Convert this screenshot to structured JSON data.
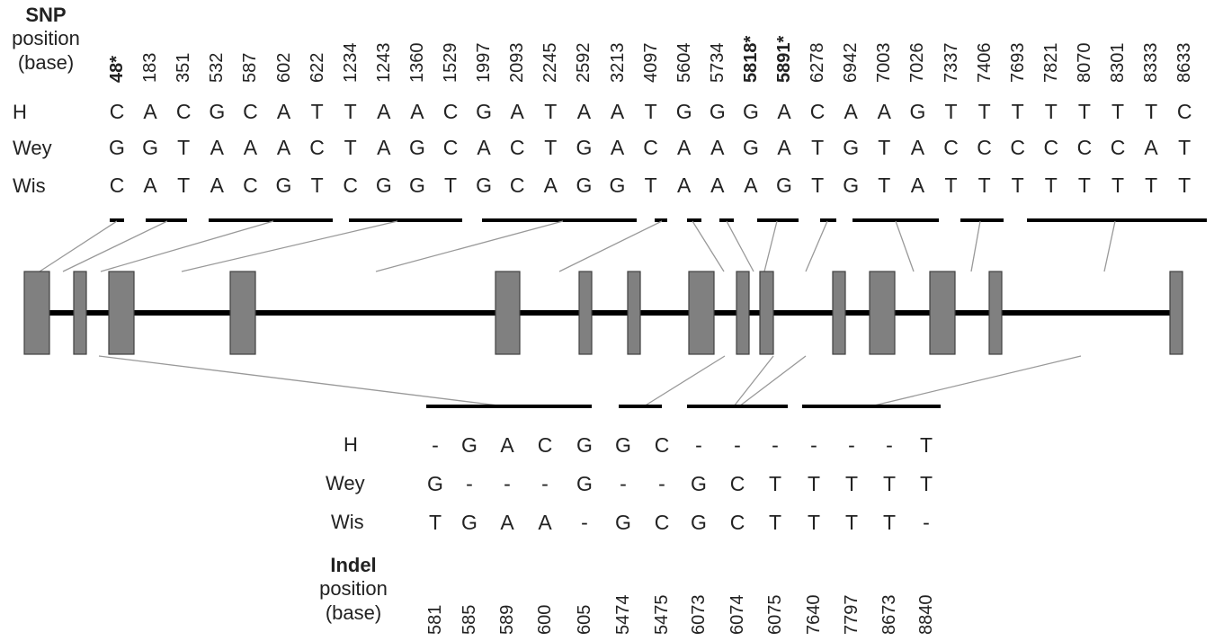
{
  "snp_header": {
    "title": "SNP",
    "line2": "position",
    "line3": "(base)"
  },
  "indel_header": {
    "title": "Indel",
    "line2": "position",
    "line3": "(base)"
  },
  "strains": [
    "H",
    "Wey",
    "Wis"
  ],
  "snp_positions": [
    {
      "label": "48*",
      "bold": true
    },
    {
      "label": "183",
      "bold": false
    },
    {
      "label": "351",
      "bold": false
    },
    {
      "label": "532",
      "bold": false
    },
    {
      "label": "587",
      "bold": false
    },
    {
      "label": "602",
      "bold": false
    },
    {
      "label": "622",
      "bold": false
    },
    {
      "label": "1234",
      "bold": false
    },
    {
      "label": "1243",
      "bold": false
    },
    {
      "label": "1360",
      "bold": false
    },
    {
      "label": "1529",
      "bold": false
    },
    {
      "label": "1997",
      "bold": false
    },
    {
      "label": "2093",
      "bold": false
    },
    {
      "label": "2245",
      "bold": false
    },
    {
      "label": "2592",
      "bold": false
    },
    {
      "label": "3213",
      "bold": false
    },
    {
      "label": "4097",
      "bold": false
    },
    {
      "label": "5604",
      "bold": false
    },
    {
      "label": "5734",
      "bold": false
    },
    {
      "label": "5818*",
      "bold": true
    },
    {
      "label": "5891*",
      "bold": true
    },
    {
      "label": "6278",
      "bold": false
    },
    {
      "label": "6942",
      "bold": false
    },
    {
      "label": "7003",
      "bold": false
    },
    {
      "label": "7026",
      "bold": false
    },
    {
      "label": "7337",
      "bold": false
    },
    {
      "label": "7406",
      "bold": false
    },
    {
      "label": "7693",
      "bold": false
    },
    {
      "label": "7821",
      "bold": false
    },
    {
      "label": "8070",
      "bold": false
    },
    {
      "label": "8301",
      "bold": false
    },
    {
      "label": "8333",
      "bold": false
    },
    {
      "label": "8633",
      "bold": false
    }
  ],
  "snp_bases": {
    "H": [
      "C",
      "A",
      "C",
      "G",
      "C",
      "A",
      "T",
      "T",
      "A",
      "A",
      "C",
      "G",
      "A",
      "T",
      "A",
      "A",
      "T",
      "G",
      "G",
      "G",
      "A",
      "C",
      "A",
      "A",
      "G",
      "T",
      "T",
      "T",
      "T",
      "T",
      "T",
      "T",
      "C"
    ],
    "Wey": [
      "G",
      "G",
      "T",
      "A",
      "A",
      "A",
      "C",
      "T",
      "A",
      "G",
      "C",
      "A",
      "C",
      "T",
      "G",
      "A",
      "C",
      "A",
      "A",
      "G",
      "A",
      "T",
      "G",
      "T",
      "A",
      "C",
      "C",
      "C",
      "C",
      "C",
      "C",
      "A",
      "T"
    ],
    "Wis": [
      "C",
      "A",
      "T",
      "A",
      "C",
      "G",
      "T",
      "C",
      "G",
      "G",
      "T",
      "G",
      "C",
      "A",
      "G",
      "G",
      "T",
      "A",
      "A",
      "A",
      "G",
      "T",
      "G",
      "T",
      "A",
      "T",
      "T",
      "T",
      "T",
      "T",
      "T",
      "T",
      "T"
    ]
  },
  "indel_positions": [
    "581",
    "585",
    "589",
    "600",
    "605",
    "5474",
    "5475",
    "6073",
    "6074",
    "6075",
    "7640",
    "7797",
    "8673",
    "8840"
  ],
  "indel_bases": {
    "H": [
      "-",
      "G",
      "A",
      "C",
      "G",
      "G",
      "C",
      "-",
      "-",
      "-",
      "-",
      "-",
      "-",
      "T"
    ],
    "Wey": [
      "G",
      "-",
      "-",
      "-",
      "G",
      "-",
      "-",
      "G",
      "C",
      "T",
      "T",
      "T",
      "T",
      "T"
    ],
    "Wis": [
      "T",
      "G",
      "A",
      "A",
      "-",
      "G",
      "C",
      "G",
      "C",
      "T",
      "T",
      "T",
      "T",
      "-"
    ]
  },
  "colors": {
    "exon_fill": "#808080",
    "exon_stroke": "#404040",
    "intron": "#000000",
    "connector": "#999999",
    "bar": "#000000"
  }
}
